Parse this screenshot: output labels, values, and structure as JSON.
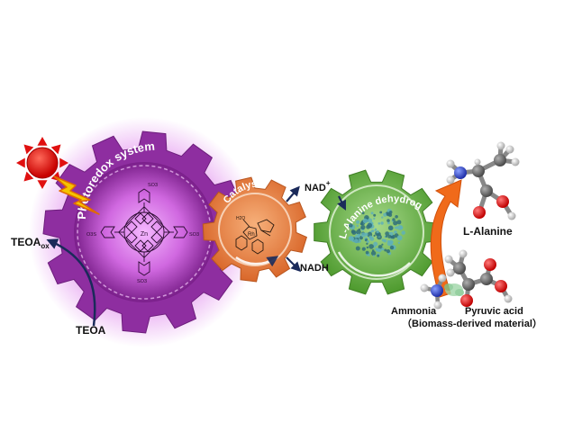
{
  "gears": {
    "photoredox": {
      "label": "Photoredox system",
      "color": "#8e2ea0",
      "glow": "#d05ae0"
    },
    "catalyst": {
      "label": "Catalyst",
      "color": "#e07a3a"
    },
    "enzyme": {
      "label": "L-Alanine dehydrogenase",
      "color": "#63a83f"
    }
  },
  "labels": {
    "teoa_ox": "TEOA",
    "teoa_ox_sub": "ox",
    "teoa": "TEOA",
    "nad": "NAD",
    "nad_sup": "+",
    "nadh": "NADH",
    "l_alanine": "L-Alanine",
    "ammonia": "Ammonia",
    "pyruvic_acid": "Pyruvic acid",
    "biomass": "（Biomass-derived material）"
  },
  "porphyrin": {
    "center_metal": "Zn",
    "substituent_top": "SO3",
    "substituent_left": "O3S",
    "substituent_right": "SO3",
    "substituent_bottom": "SO3"
  },
  "catalyst_complex": {
    "metal": "Rh",
    "ligand_label": "H2O"
  },
  "icons": {
    "light": "sun-icon",
    "energy": "lightning-bolt-icon",
    "reaction": "curved-arrow-icon"
  },
  "colors": {
    "sun": "#e01010",
    "bolt": "#f5c400",
    "big_arrow": "#f06a1a",
    "dark_arrow": "#1a2a5a"
  }
}
